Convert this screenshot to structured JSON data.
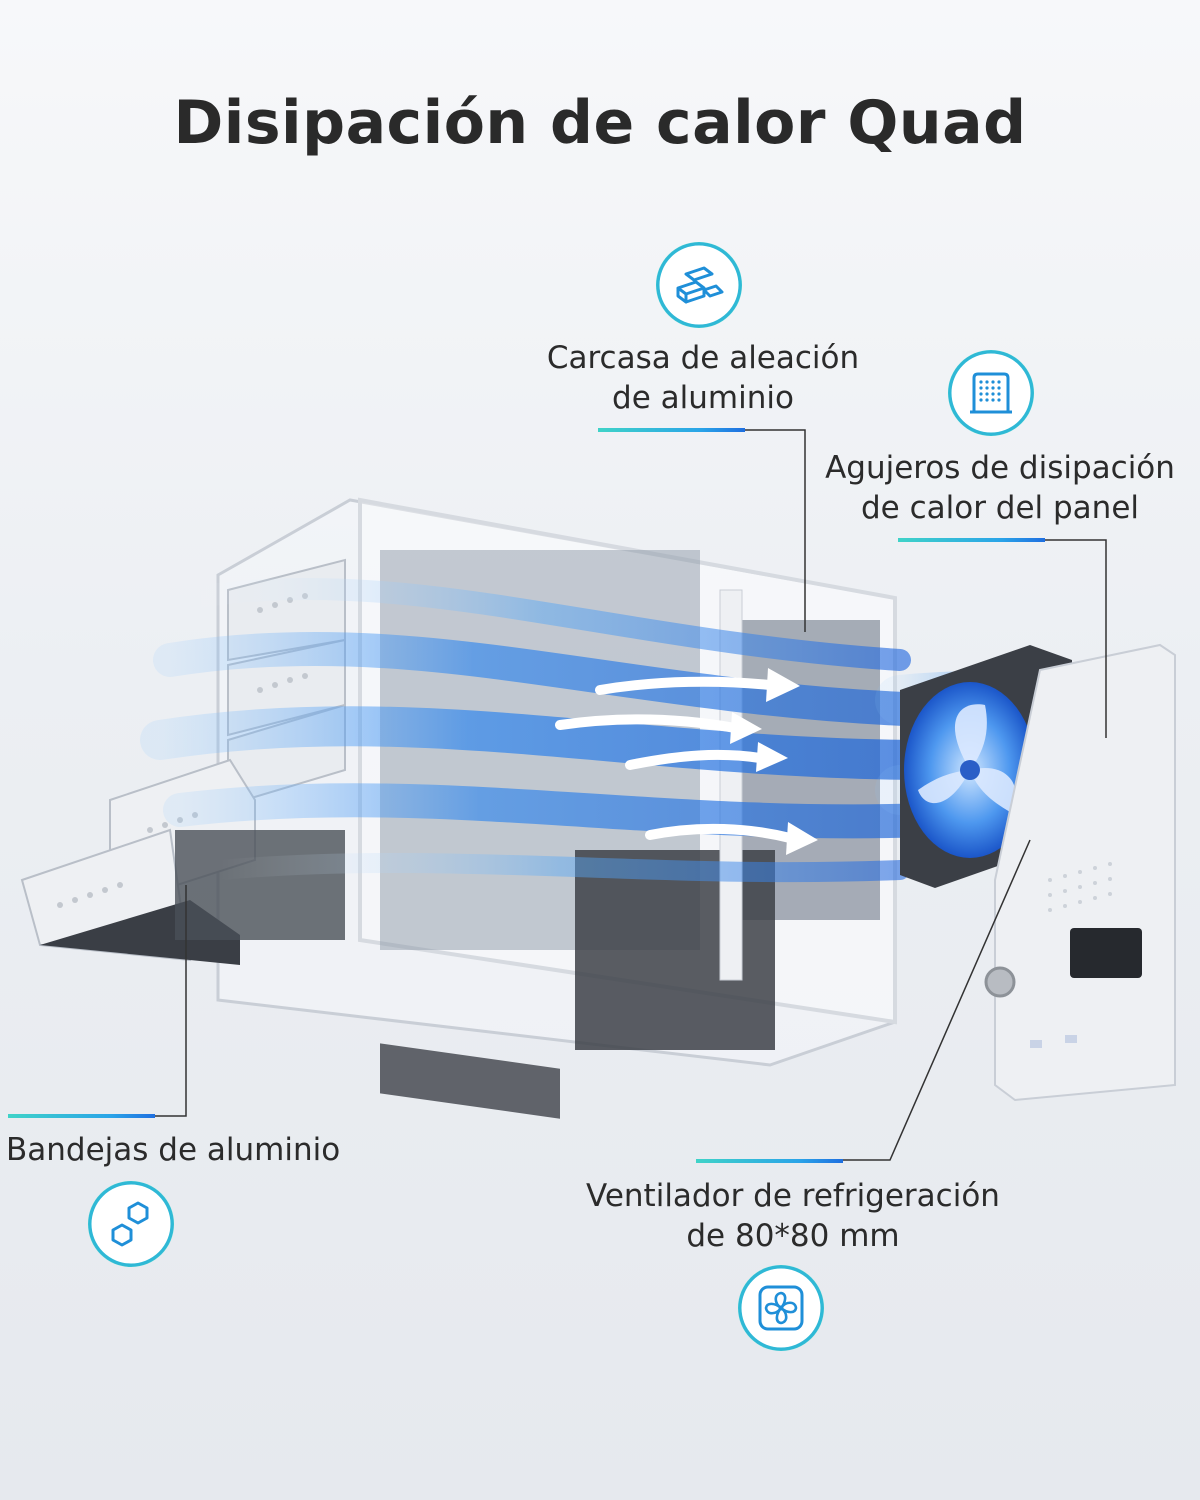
{
  "title": "Disipación de calor Quad",
  "callouts": {
    "housing": {
      "line1": "Carcasa de aleación",
      "line2": "de aluminio",
      "icon": "metal-bars-icon"
    },
    "panel": {
      "line1": "Agujeros de disipación",
      "line2": "de calor del panel",
      "icon": "vent-holes-icon"
    },
    "trays": {
      "line1": "Bandejas de aluminio",
      "icon": "hexagons-icon"
    },
    "fan": {
      "line1": "Ventilador de refrigeración",
      "line2": "de 80*80 mm",
      "icon": "fan-icon"
    }
  },
  "colors": {
    "accent_teal": "#3fd3c8",
    "accent_blue": "#1f6fe0",
    "airflow": "#3a8ff0"
  }
}
